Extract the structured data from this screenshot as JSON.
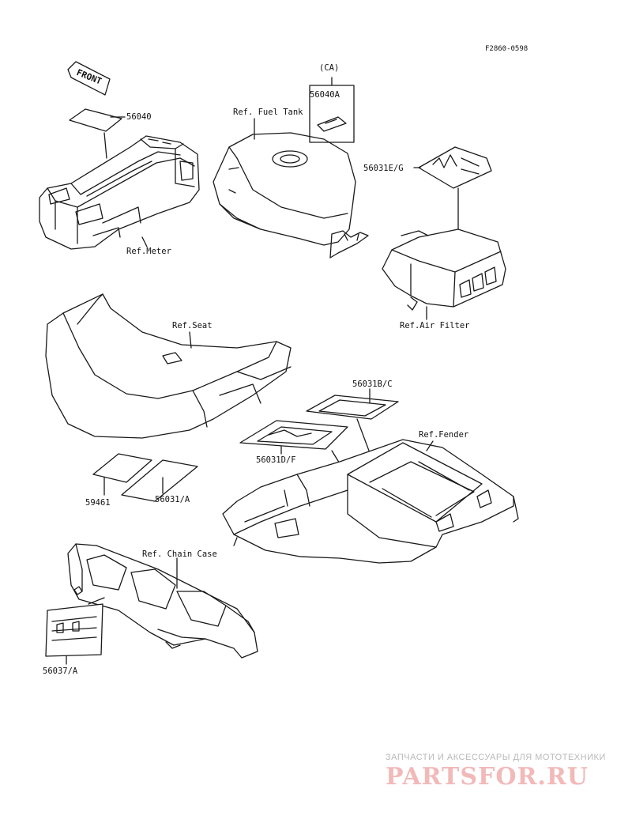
{
  "figure_code": "F2860-0598",
  "front_arrow": "FRONT",
  "labels": {
    "p56040": "56040",
    "ref_meter": "Ref.Meter",
    "ca": "(CA)",
    "p56040a": "56040A",
    "ref_fuel_tank": "Ref. Fuel Tank",
    "p56031eg": "56031E/G",
    "ref_air_filter": "Ref.Air Filter",
    "ref_seat": "Ref.Seat",
    "p56031bc": "56031B/C",
    "p56031df": "56031D/F",
    "ref_fender": "Ref.Fender",
    "p59461": "59461",
    "p56031a": "56031/A",
    "ref_chain_case": "Ref. Chain Case",
    "p56037a": "56037/A"
  },
  "watermark": {
    "tagline": "ЗАПЧАСТИ И АКСЕССУАРЫ ДЛЯ МОТОТЕХНИКИ",
    "logo": "PARTSFOR.RU"
  }
}
